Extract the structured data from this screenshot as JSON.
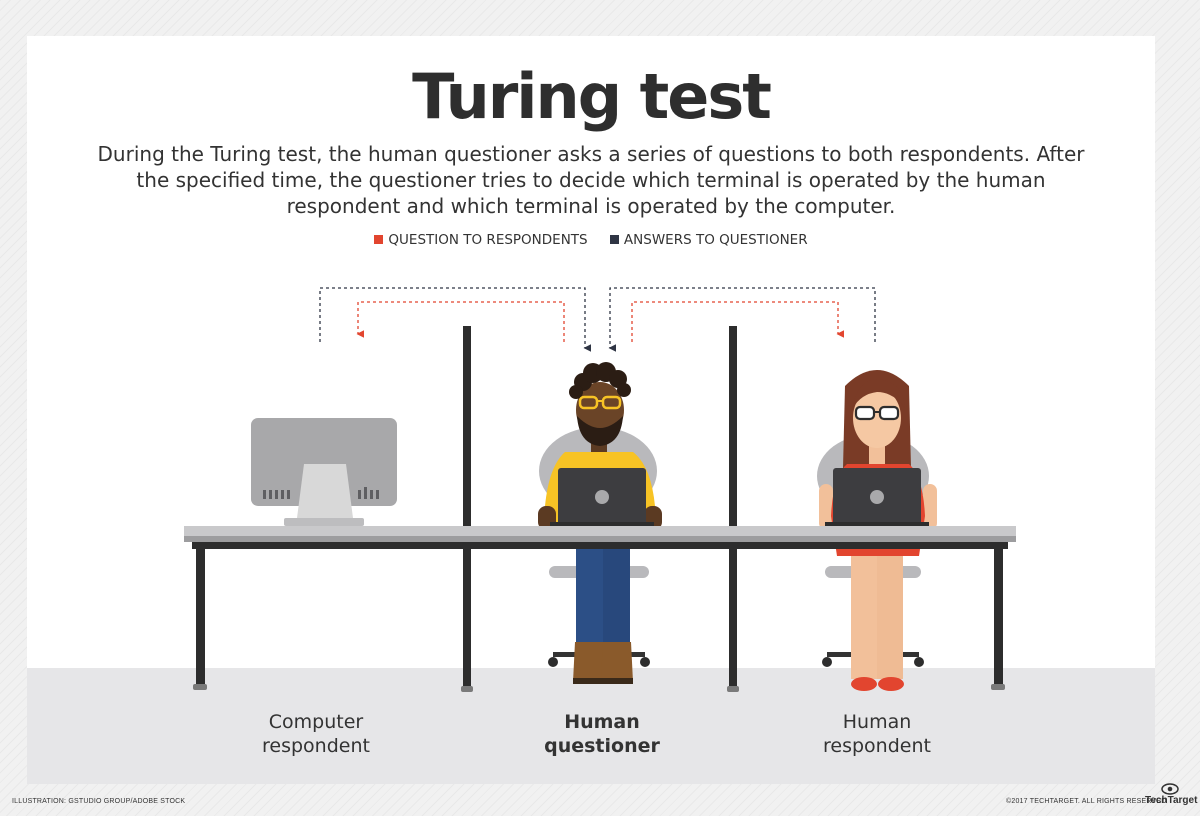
{
  "title": "Turing test",
  "description": "During the Turing test, the human questioner asks a series of questions to both respondents. After the specified time, the questioner tries to decide which terminal is operated by the human respondent and which terminal is operated by the computer.",
  "legend": [
    {
      "label": "QUESTION TO RESPONDENTS",
      "color": "#e2452f"
    },
    {
      "label": "ANSWERS TO QUESTIONER",
      "color": "#2f3544"
    }
  ],
  "labels": {
    "computer": [
      "Computer",
      "respondent"
    ],
    "questioner": [
      "Human",
      "questioner"
    ],
    "human": [
      "Human",
      "respondent"
    ]
  },
  "credits": {
    "illustration": "ILLUSTRATION: GSTUDIO GROUP/ADOBE STOCK",
    "copyright": "©2017 TECHTARGET. ALL RIGHTS RESERVED",
    "brand": "TechTarget"
  },
  "colors": {
    "question": "#e2452f",
    "answer": "#2f3544",
    "title": "#2e2e2e",
    "desk": "#bfbfc1",
    "shirt_yellow": "#f7c325",
    "dress_red": "#e2452f",
    "laptop": "#3d3d40"
  },
  "icons": [
    "monitor-icon",
    "laptop-icon",
    "chair-icon",
    "techtarget-eye-icon"
  ]
}
